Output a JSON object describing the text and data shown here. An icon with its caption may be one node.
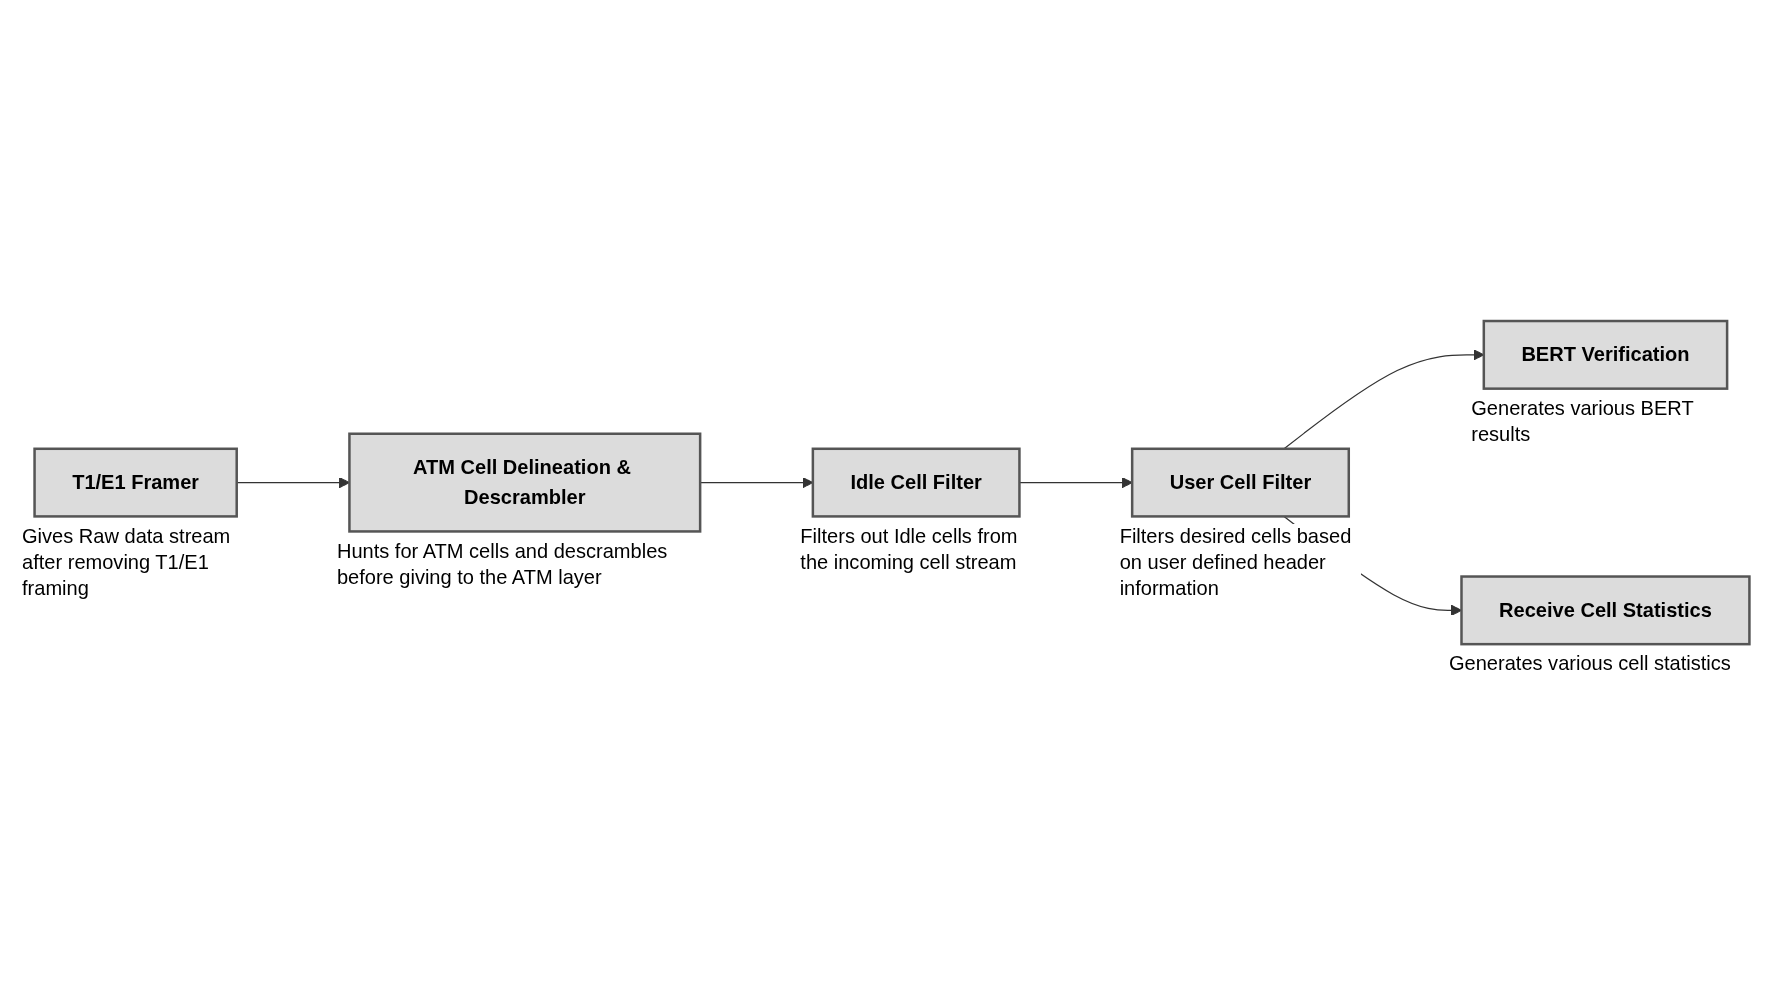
{
  "diagram": {
    "nodes": [
      {
        "text": [
          "T1/E1 Framer"
        ],
        "beside": [
          "Gives Raw data stream after removing T1/E1 framing"
        ]
      },
      {
        "text": [
          "ATM Cell Delineation & Descrambler"
        ],
        "beside": [
          "Hunts for ATM cells and descrambles before giving to the ATM layer"
        ]
      },
      {
        "text": [
          "Idle Cell Filter"
        ],
        "beside": [
          "Filters out Idle cells from the incoming cell stream"
        ]
      },
      {
        "text": [
          "User Cell Filter"
        ],
        "beside": [
          "Filters desired cells based on user defined header information"
        ]
      },
      {
        "text": [
          "BERT Verification"
        ],
        "beside": [
          "Generates various BERT results"
        ]
      },
      {
        "text": [
          "Receive Cell Statistics"
        ],
        "beside": [
          "Generates various cell statistics"
        ]
      }
    ],
    "edges": [
      {
        "from": 0,
        "to": 1,
        "arrow": "to"
      },
      {
        "from": 1,
        "to": 2,
        "arrow": "to"
      },
      {
        "from": 2,
        "to": 3,
        "arrow": "to"
      },
      {
        "from": 3,
        "to": 4,
        "arrow": "to"
      },
      {
        "from": 3,
        "to": 5,
        "arrow": "to"
      }
    ]
  }
}
